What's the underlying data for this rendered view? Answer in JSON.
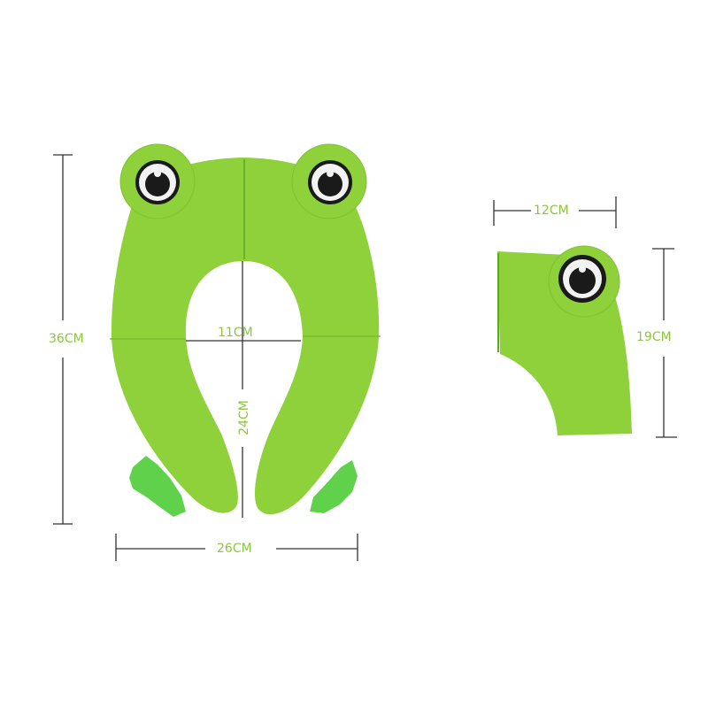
{
  "image": {
    "subject": "Foldable frog-shaped potty training toilet seat with dimensions",
    "colors": {
      "seat_green": "#8ed13b",
      "seat_green_dark": "#79bf2a",
      "feet_green": "#5fd14a",
      "label_green": "#8cc63f",
      "dimension_line": "#333333",
      "background": "#ffffff"
    }
  },
  "unfolded_seat": {
    "dimensions": {
      "height": "36CM",
      "width": "26CM",
      "opening_width": "11CM",
      "opening_length": "24CM"
    }
  },
  "folded_seat": {
    "dimensions": {
      "width": "12CM",
      "height": "19CM"
    }
  }
}
